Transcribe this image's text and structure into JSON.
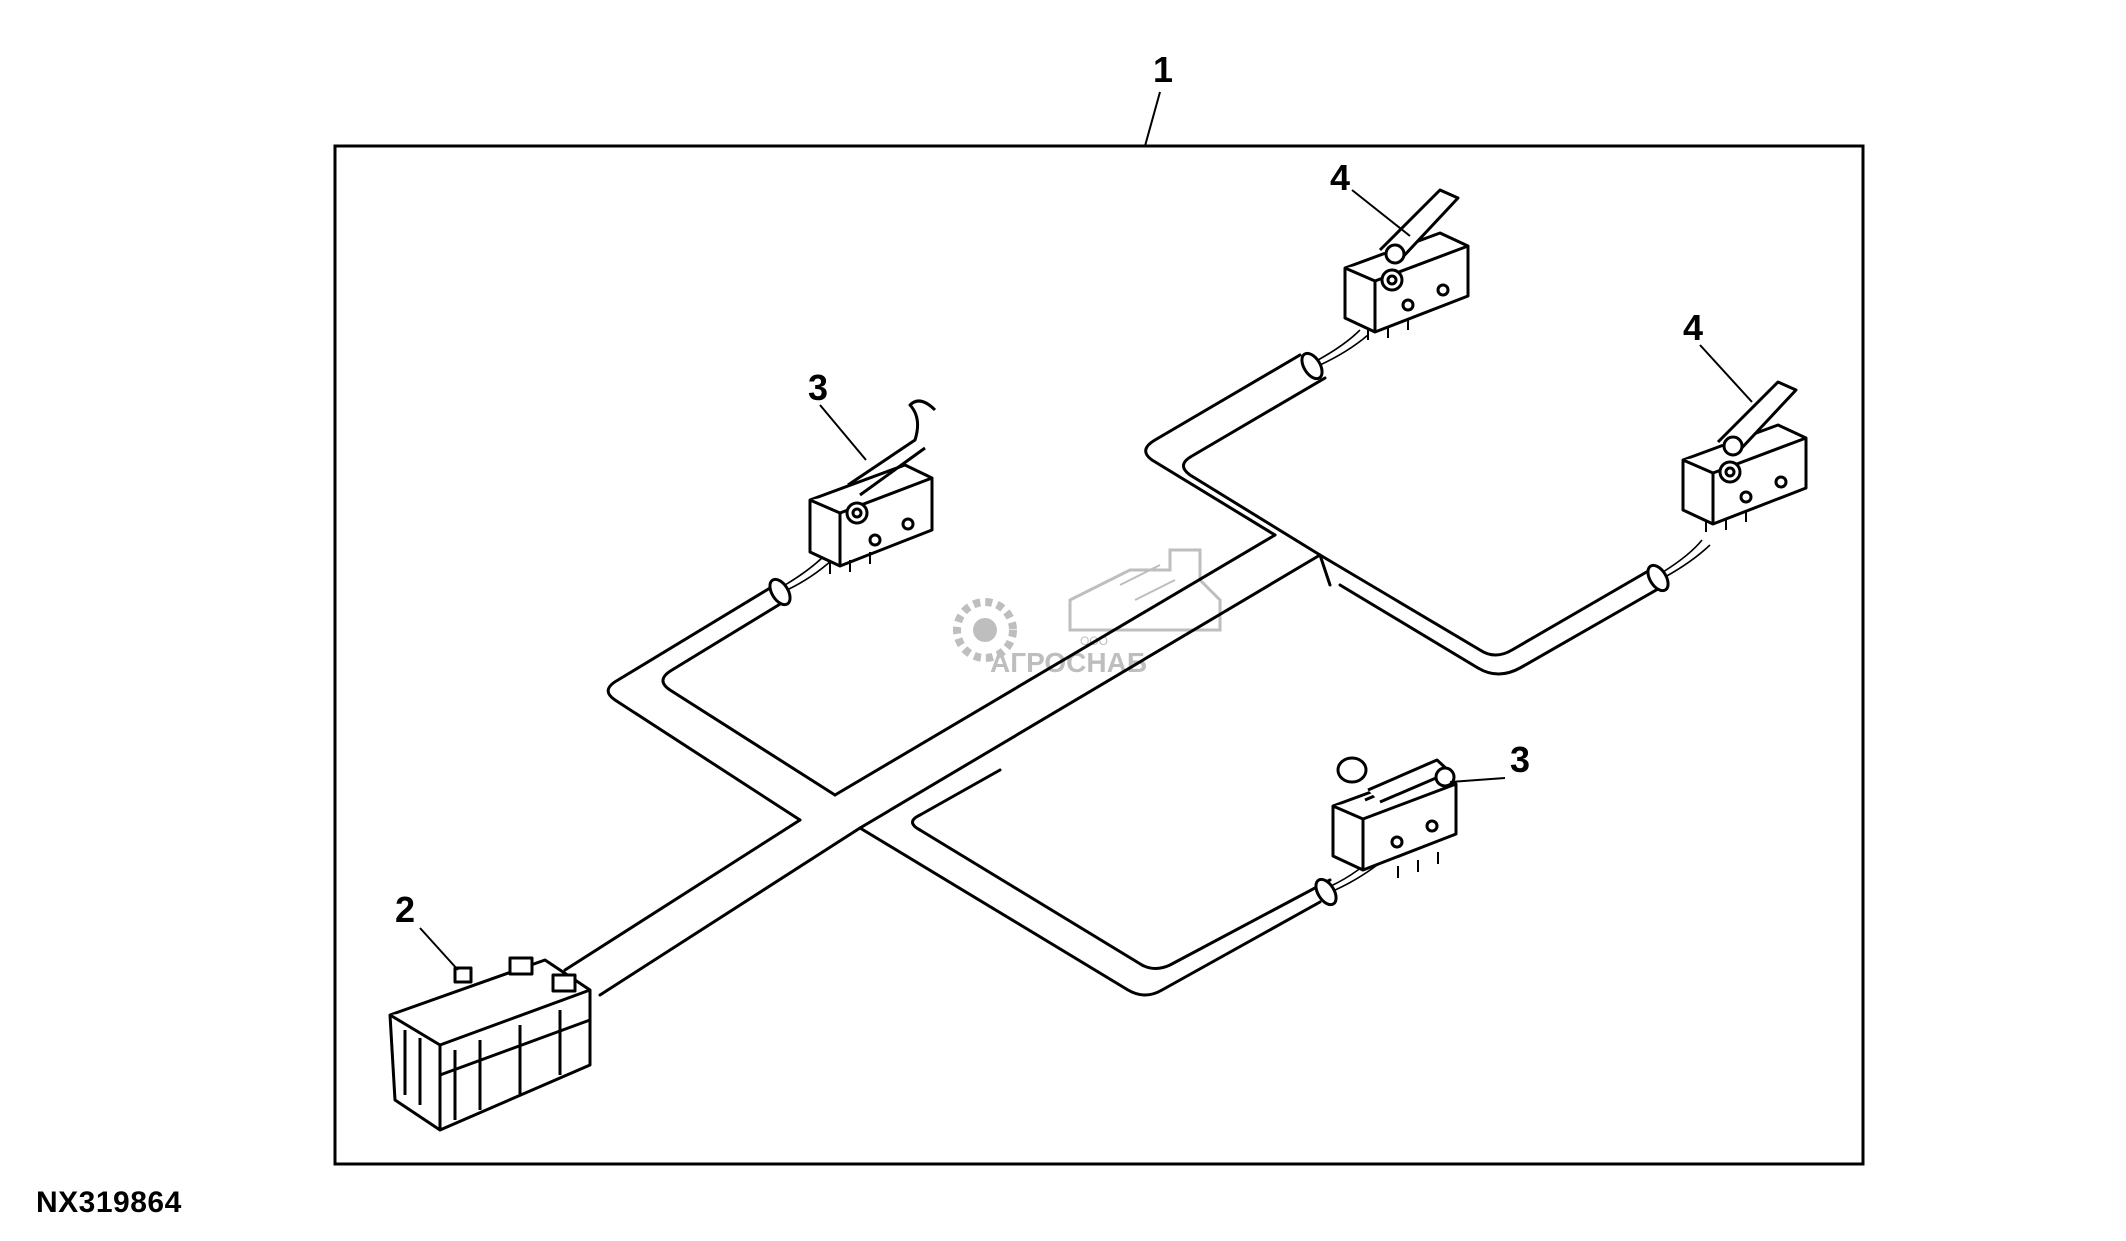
{
  "callouts": {
    "c1": "1",
    "c2": "2",
    "c3a": "3",
    "c3b": "3",
    "c4a": "4",
    "c4b": "4"
  },
  "figure_id": "NX319864",
  "watermark": {
    "company_form": "ООО",
    "company_name": "АГРОСНАБ"
  },
  "colors": {
    "line": "#000000",
    "background": "#ffffff",
    "watermark": "#8a8a8a"
  }
}
